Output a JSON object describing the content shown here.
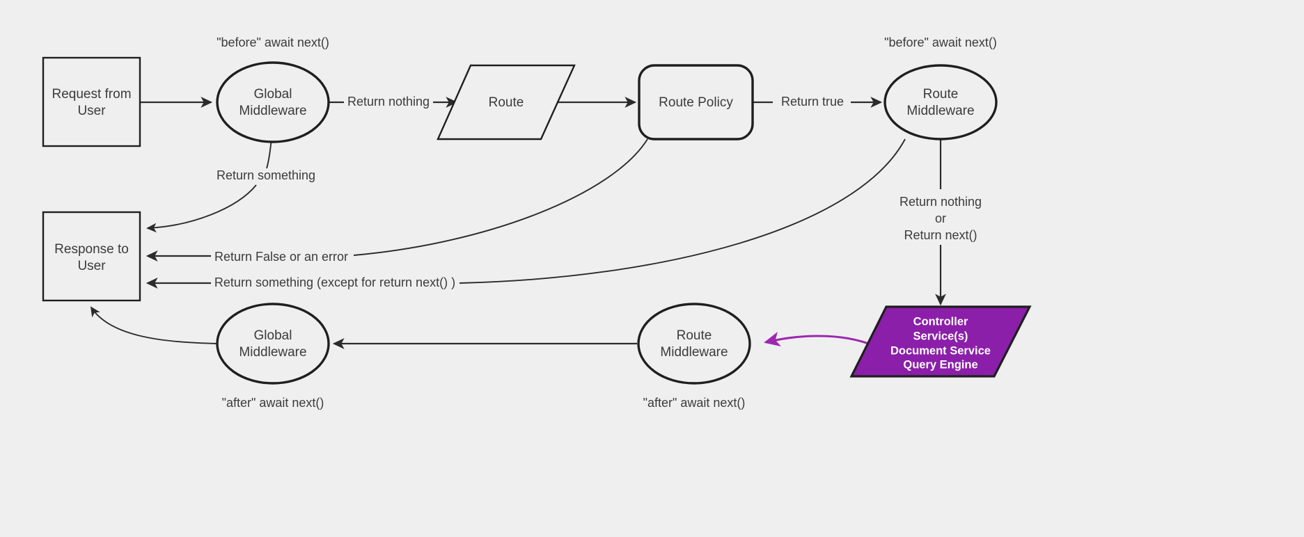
{
  "diagram": {
    "background_color": "#efefef",
    "stroke_color": "#2b2b2b",
    "accent_color": "#8B1FA9",
    "accent_stroke_color": "#9C27B0",
    "nodes": {
      "request_from_user": {
        "label": "Request from\nUser",
        "line1": "Request from",
        "line2": "User",
        "shape": "rectangle"
      },
      "global_middleware_top": {
        "label": "Global\nMiddleware",
        "line1": "Global",
        "line2": "Middleware",
        "shape": "ellipse"
      },
      "route": {
        "label": "Route",
        "shape": "parallelogram"
      },
      "route_policy": {
        "label": "Route Policy",
        "shape": "rounded-rectangle"
      },
      "route_middleware_top": {
        "label": "Route\nMiddleware",
        "line1": "Route",
        "line2": "Middleware",
        "shape": "ellipse"
      },
      "controller_services": {
        "shape": "parallelogram",
        "fill": "#8B1FA9",
        "lines": [
          "Controller",
          "Service(s)",
          "Document Service",
          "Query Engine"
        ]
      },
      "response_to_user": {
        "label": "Response to\nUser",
        "line1": "Response to",
        "line2": "User",
        "shape": "rectangle"
      },
      "global_middleware_bottom": {
        "label": "Global\nMiddleware",
        "line1": "Global",
        "line2": "Middleware",
        "shape": "ellipse"
      },
      "route_middleware_bottom": {
        "label": "Route\nMiddleware",
        "line1": "Route",
        "line2": "Middleware",
        "shape": "ellipse"
      }
    },
    "annotations": {
      "before_await_next_global": "\"before\" await next()",
      "before_await_next_route": "\"before\" await next()",
      "after_await_next_global": "\"after\" await next()",
      "after_await_next_route": "\"after\" await next()"
    },
    "edge_labels": {
      "return_nothing": "Return nothing",
      "return_true": "Return true",
      "return_something": "Return something",
      "return_false_or_error": "Return False or an error",
      "return_something_except": "Return something (except for return next() )",
      "return_nothing_or_next_1": "Return nothing",
      "return_nothing_or_next_2": "or",
      "return_nothing_or_next_3": "Return next()"
    }
  }
}
